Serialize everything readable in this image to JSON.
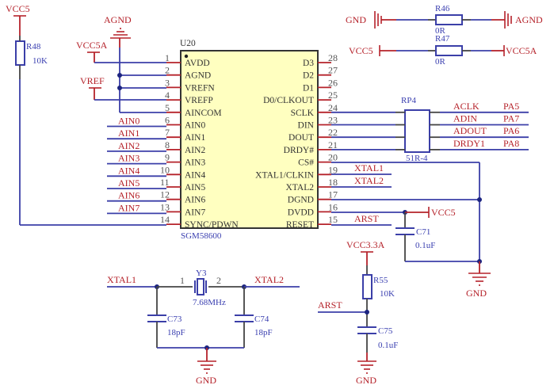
{
  "power": {
    "vcc5": "VCC5",
    "vcc5a": "VCC5A",
    "agnd": "AGND",
    "gnd": "GND",
    "vref": "VREF",
    "vcc33a": "VCC3.3A"
  },
  "chip": {
    "ref": "U20",
    "part": "SGM58600",
    "left_pins": [
      {
        "num": "1",
        "name": "AVDD"
      },
      {
        "num": "2",
        "name": "AGND"
      },
      {
        "num": "3",
        "name": "VREFN"
      },
      {
        "num": "4",
        "name": "VREFP"
      },
      {
        "num": "5",
        "name": "AINCOM"
      },
      {
        "num": "6",
        "name": "AIN0"
      },
      {
        "num": "7",
        "name": "AIN1"
      },
      {
        "num": "8",
        "name": "AIN2"
      },
      {
        "num": "9",
        "name": "AIN3"
      },
      {
        "num": "10",
        "name": "AIN4"
      },
      {
        "num": "11",
        "name": "AIN5"
      },
      {
        "num": "12",
        "name": "AIN6"
      },
      {
        "num": "13",
        "name": "AIN7"
      },
      {
        "num": "14",
        "name": "SYNC/PDWN"
      }
    ],
    "right_pins": [
      {
        "num": "28",
        "name": "D3"
      },
      {
        "num": "27",
        "name": "D2"
      },
      {
        "num": "26",
        "name": "D1"
      },
      {
        "num": "25",
        "name": "D0/CLKOUT"
      },
      {
        "num": "24",
        "name": "SCLK"
      },
      {
        "num": "23",
        "name": "DIN"
      },
      {
        "num": "22",
        "name": "DOUT"
      },
      {
        "num": "21",
        "name": "DRDY#"
      },
      {
        "num": "20",
        "name": "CS#"
      },
      {
        "num": "19",
        "name": "XTAL1/CLKIN"
      },
      {
        "num": "18",
        "name": "XTAL2"
      },
      {
        "num": "17",
        "name": "DGND"
      },
      {
        "num": "16",
        "name": "DVDD"
      },
      {
        "num": "15",
        "name": "RESET"
      }
    ]
  },
  "analog_nets": [
    "AIN0",
    "AIN1",
    "AIN2",
    "AIN3",
    "AIN4",
    "AIN5",
    "AIN6",
    "AIN7"
  ],
  "r48": {
    "ref": "R48",
    "value": "10K"
  },
  "r46": {
    "ref": "R46",
    "value": "0R"
  },
  "r47": {
    "ref": "R47",
    "value": "0R"
  },
  "rp4": {
    "ref": "RP4",
    "value": "51R-4",
    "nets": [
      {
        "signal": "ACLK",
        "port": "PA5"
      },
      {
        "signal": "ADIN",
        "port": "PA7"
      },
      {
        "signal": "ADOUT",
        "port": "PA6"
      },
      {
        "signal": "DRDY1",
        "port": "PA8"
      }
    ]
  },
  "right_nets": {
    "xtal1": "XTAL1",
    "xtal2": "XTAL2",
    "arst": "ARST"
  },
  "c71": {
    "ref": "C71",
    "value": "0.1uF"
  },
  "r55": {
    "ref": "R55",
    "value": "10K"
  },
  "c75": {
    "ref": "C75",
    "value": "0.1uF"
  },
  "y3": {
    "ref": "Y3",
    "value": "7.68MHz",
    "pin1": "1",
    "pin2": "2"
  },
  "c73": {
    "ref": "C73",
    "value": "18pF"
  },
  "c74": {
    "ref": "C74",
    "value": "18pF"
  }
}
